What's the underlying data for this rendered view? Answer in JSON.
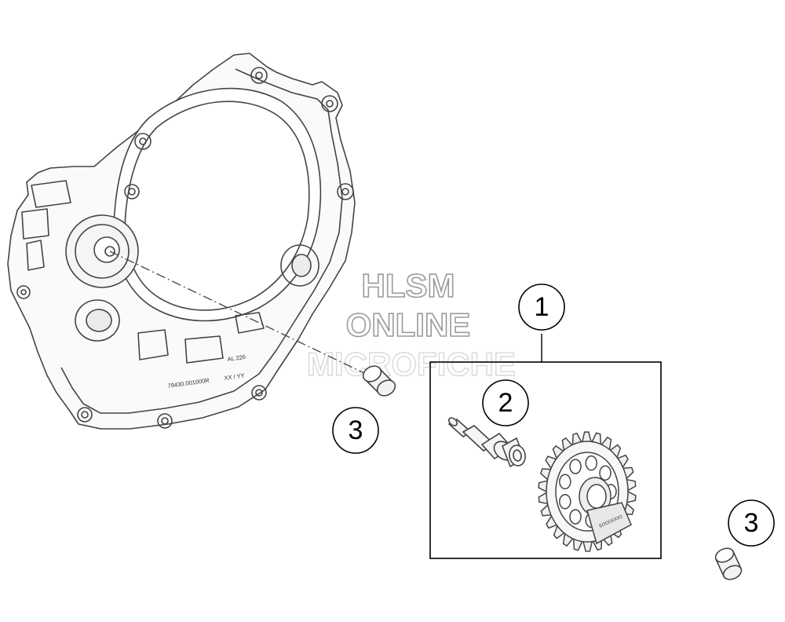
{
  "watermark": {
    "line1": "HLSM",
    "line2": "ONLINE",
    "line3": "MICROFICHE"
  },
  "cover_markings": {
    "part_number": "79430.001000R",
    "date_code": "XX / YY",
    "alloy": "AL 226"
  },
  "callouts": {
    "assembly": "1",
    "shaft": "2",
    "bushing_left": "3",
    "bushing_right": "3"
  },
  "colors": {
    "line": "#444444",
    "callout_stroke": "#000000",
    "watermark_stroke": "#9a9a9a",
    "background": "#ffffff"
  }
}
